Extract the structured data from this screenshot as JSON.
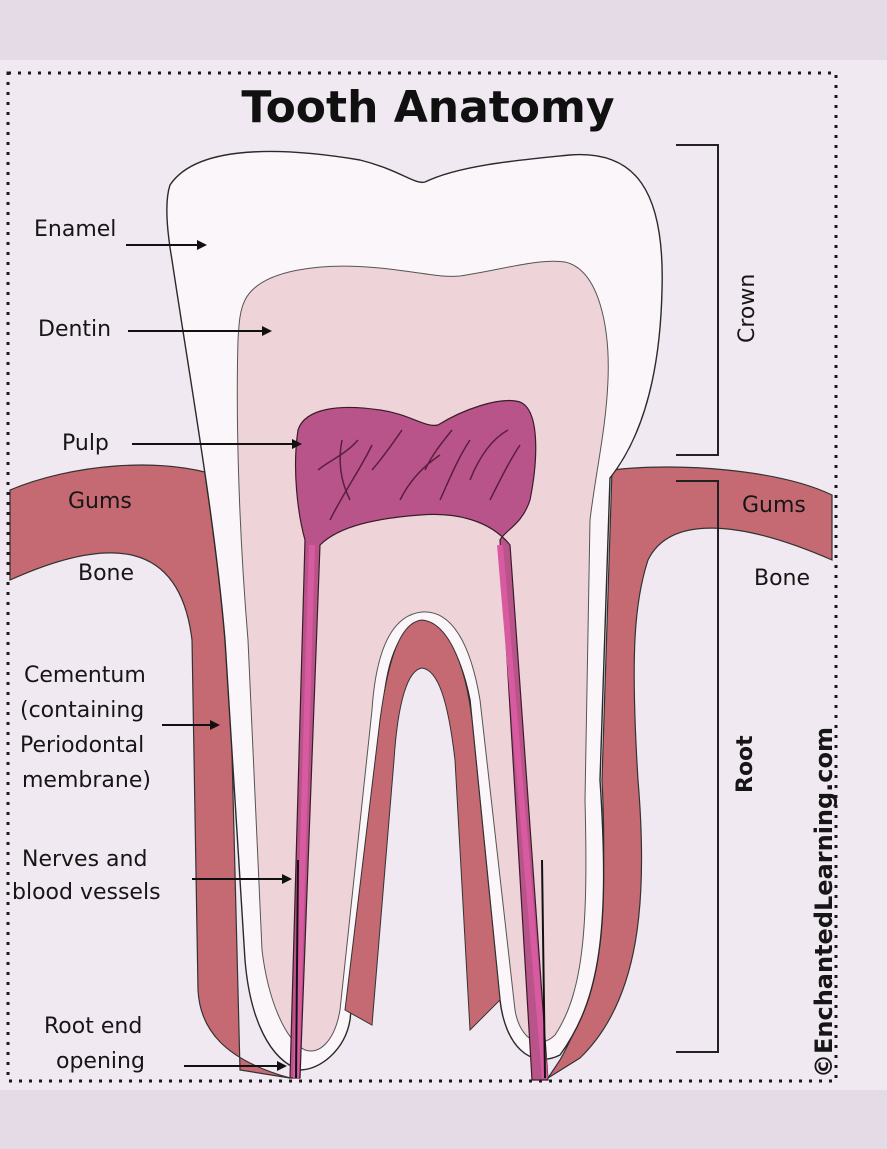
{
  "title": "Tooth Anatomy",
  "labels": {
    "enamel": "Enamel",
    "dentin": "Dentin",
    "pulp": "Pulp",
    "gums_left": "Gums",
    "gums_right": "Gums",
    "bone_left": "Bone",
    "bone_right": "Bone",
    "cementum": [
      "Cementum",
      "(containing",
      "Periodontal",
      "membrane)"
    ],
    "nerves": [
      "Nerves and",
      "blood vessels"
    ],
    "root_end": [
      "Root end",
      "opening"
    ],
    "crown": "Crown",
    "root": "Root"
  },
  "copyright": "©EnchantedLearning.com",
  "colors": {
    "background": "#e4dbe6",
    "enamel": "#fbf6f8",
    "dentin": "#eed3d6",
    "pulp": "#b04f82",
    "gums": "#c4656f",
    "bone": "#f1e6ee",
    "nerve": "#d05a9c"
  }
}
